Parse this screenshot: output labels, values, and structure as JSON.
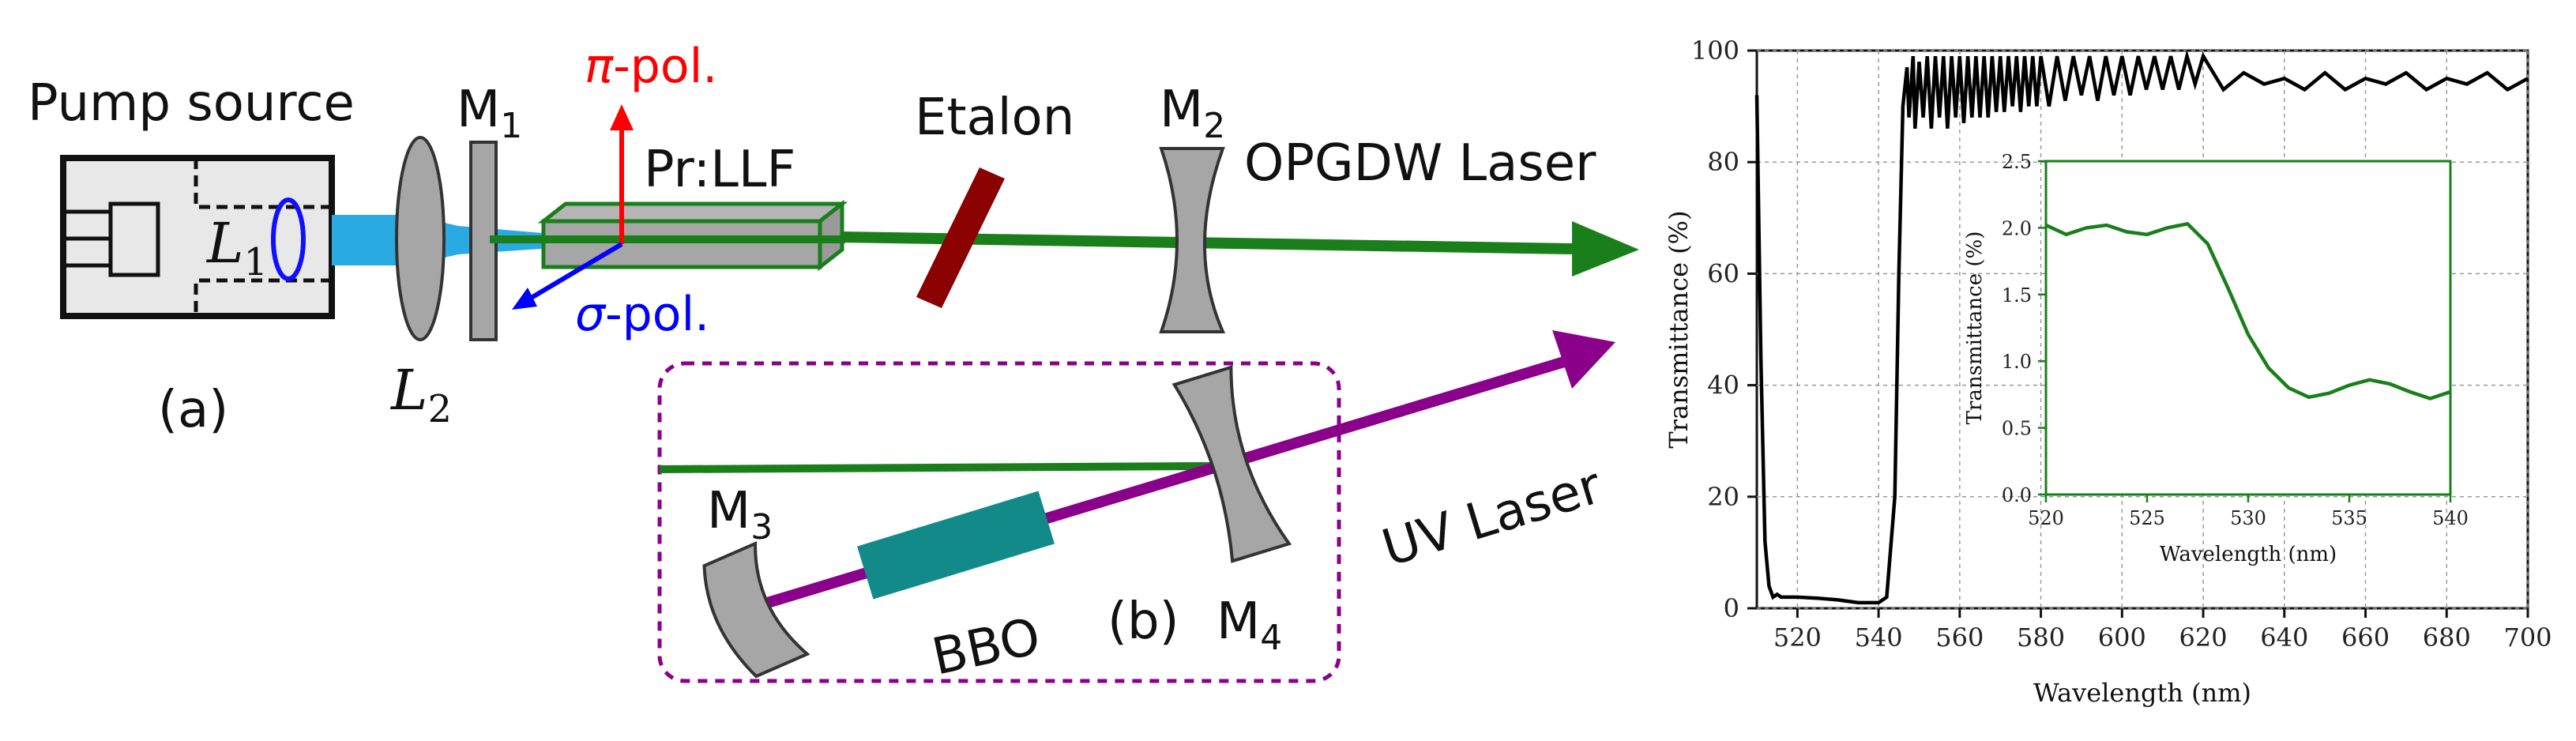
{
  "diagram": {
    "pump_source": "Pump source",
    "lens1_main": "L",
    "lens1_sub": "1",
    "lens2_main": "L",
    "lens2_sub": "2",
    "mirror1_main": "M",
    "mirror1_sub": "1",
    "mirror2_main": "M",
    "mirror2_sub": "2",
    "mirror3_main": "M",
    "mirror3_sub": "3",
    "mirror4_main": "M",
    "mirror4_sub": "4",
    "pi_pol": "π",
    "pi_pol_suffix": "-pol.",
    "sigma_pol": "σ",
    "sigma_pol_suffix": "-pol.",
    "crystal": "Pr:LLF",
    "etalon": "Etalon",
    "opgdw_laser": "OPGDW Laser",
    "uv_laser": "UV Laser",
    "bbo": "BBO",
    "label_a": "(a)",
    "label_b": "(b)",
    "colors": {
      "green_beam": "#1a7f1a",
      "purple_beam": "#8b008b",
      "pump_beam": "#29aae2",
      "etalon": "#8b0000",
      "bbo": "#138a8a",
      "pi_arrow": "#ff0000",
      "sigma_arrow": "#0000ff",
      "component_gray": "#a6a6a6"
    }
  },
  "chart_data": [
    {
      "type": "line",
      "xlabel": "Wavelength (nm)",
      "ylabel": "Transmittance (%)",
      "xlim": [
        510,
        700
      ],
      "ylim": [
        0,
        100
      ],
      "xticks": [
        520,
        540,
        560,
        580,
        600,
        620,
        640,
        660,
        680,
        700
      ],
      "yticks": [
        0,
        20,
        40,
        60,
        80,
        100
      ],
      "grid": true,
      "line_color": "#000000",
      "series": [
        {
          "x": [
            510,
            511,
            512,
            513,
            514,
            515,
            516,
            518,
            520,
            525,
            530,
            535,
            540,
            542,
            544,
            545,
            546,
            547,
            547.5,
            548,
            548.5,
            549,
            550,
            551,
            552,
            553,
            554,
            555,
            556,
            557,
            558,
            559,
            560,
            561,
            562,
            563,
            564,
            565,
            566,
            567,
            568,
            569,
            570,
            571,
            572,
            573,
            574,
            575,
            576,
            577,
            578,
            579,
            580,
            582,
            584,
            586,
            588,
            590,
            592,
            594,
            596,
            598,
            600,
            602,
            604,
            606,
            608,
            610,
            612,
            614,
            616,
            618,
            620,
            625,
            630,
            635,
            640,
            645,
            650,
            655,
            660,
            665,
            670,
            675,
            680,
            685,
            690,
            695,
            700
          ],
          "y": [
            92,
            45,
            12,
            4,
            2,
            2.5,
            2,
            2,
            2,
            1.8,
            1.5,
            1,
            1,
            2,
            20,
            60,
            90,
            97,
            88,
            93,
            99,
            86,
            98,
            88,
            99,
            86,
            99,
            88,
            99,
            86,
            99,
            88,
            99,
            87,
            99,
            88,
            99,
            88,
            99,
            88,
            99,
            89,
            99,
            89,
            99,
            90,
            99,
            89,
            99,
            90,
            99,
            90,
            99,
            90,
            99,
            91,
            99,
            92,
            99,
            91,
            99,
            92,
            99,
            92,
            99,
            93,
            99,
            93,
            99,
            93,
            99,
            94,
            99,
            93,
            96,
            94,
            95,
            93,
            96,
            93,
            95,
            94,
            96,
            93,
            95,
            94,
            96,
            93,
            95
          ]
        }
      ]
    },
    {
      "type": "line",
      "xlabel": "Wavelength (nm)",
      "ylabel": "Transmittance (%)",
      "xlim": [
        520,
        540
      ],
      "ylim": [
        0,
        2.5
      ],
      "xticks": [
        520,
        525,
        530,
        535,
        540
      ],
      "yticks": [
        0.0,
        0.5,
        1.0,
        1.5,
        2.0,
        2.5
      ],
      "grid": false,
      "line_color": "#1a7f1a",
      "series": [
        {
          "x": [
            520,
            521,
            522,
            523,
            524,
            525,
            526,
            527,
            528,
            529,
            530,
            531,
            532,
            533,
            534,
            535,
            536,
            537,
            538,
            539,
            540
          ],
          "y": [
            2.02,
            1.95,
            2.0,
            2.02,
            1.97,
            1.95,
            2.0,
            2.03,
            1.88,
            1.55,
            1.2,
            0.95,
            0.8,
            0.73,
            0.76,
            0.82,
            0.86,
            0.83,
            0.77,
            0.72,
            0.77
          ]
        }
      ]
    }
  ]
}
